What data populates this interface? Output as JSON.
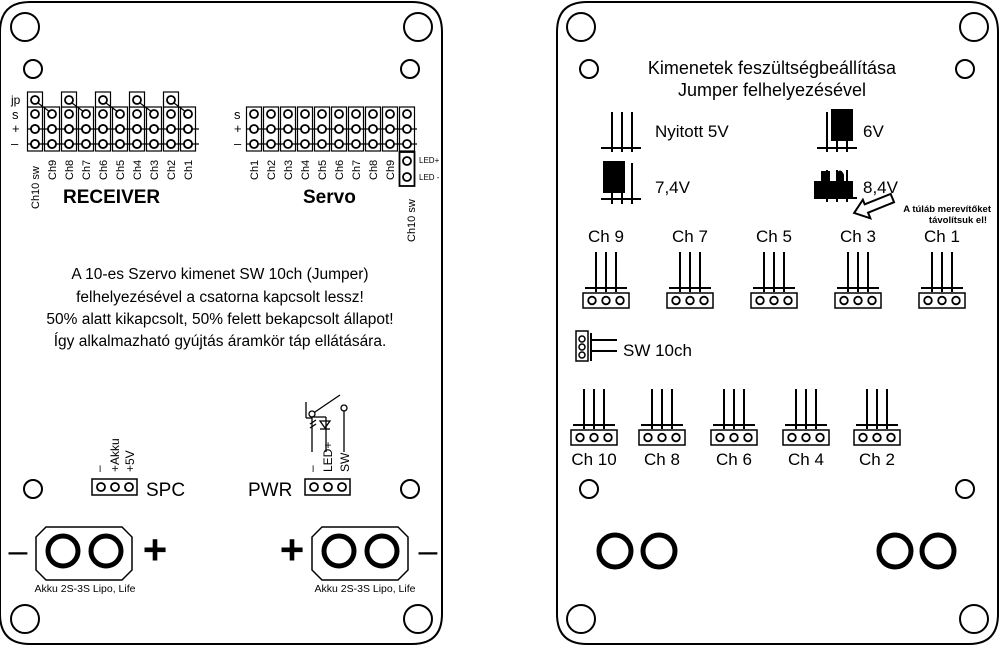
{
  "left_board": {
    "row_labels": [
      "jp",
      "s",
      "+",
      "–"
    ],
    "receiver": {
      "title": "RECEIVER",
      "channels": [
        "Ch10 sw",
        "Ch9",
        "Ch8",
        "Ch7",
        "Ch6",
        "Ch5",
        "Ch4",
        "Ch3",
        "Ch2",
        "Ch1"
      ]
    },
    "servo": {
      "title": "Servo",
      "row_labels": [
        "s",
        "+",
        "–"
      ],
      "channels": [
        "Ch1",
        "Ch2",
        "Ch3",
        "Ch4",
        "Ch5",
        "Ch6",
        "Ch7",
        "Ch8",
        "Ch9"
      ],
      "sw_label": "Ch10 sw",
      "led_plus": "LED+",
      "led_minus": "LED -"
    },
    "note_lines": [
      "A 10-es Szervo kimenet SW 10ch (Jumper)",
      "felhelyezésével a csatorna kapcsolt lessz!",
      "50% alatt kikapcsolt, 50% felett bekapcsolt állapot!",
      "Így alkalmazható gyújtás áramkör táp ellátására."
    ],
    "spc": {
      "label": "SPC",
      "pins": [
        "–",
        "+Akku",
        "+5V"
      ]
    },
    "pwr": {
      "label": "PWR",
      "pins": [
        "–",
        "LED+",
        "SW"
      ]
    },
    "battery_left": {
      "minus": "–",
      "plus": "+",
      "caption": "Akku 2S-3S Lipo, Life"
    },
    "battery_right": {
      "minus": "–",
      "plus": "+",
      "caption": "Akku 2S-3S Lipo, Life"
    }
  },
  "right_board": {
    "title_lines": [
      "Kimenetek feszültségbeállítása",
      "Jumper felhelyezésével"
    ],
    "legend": {
      "open_5v": "Nyitott 5V",
      "v6": "6V",
      "v74": "7,4V",
      "v84": "8,4V",
      "note_lines": [
        "A túláb merevítőket",
        "távolítsuk el!"
      ]
    },
    "top_channels": [
      "Ch 9",
      "Ch 7",
      "Ch 5",
      "Ch 3",
      "Ch 1"
    ],
    "sw_label": "SW 10ch",
    "bottom_channels": [
      "Ch 10",
      "Ch 8",
      "Ch 6",
      "Ch 4",
      "Ch 2"
    ]
  }
}
